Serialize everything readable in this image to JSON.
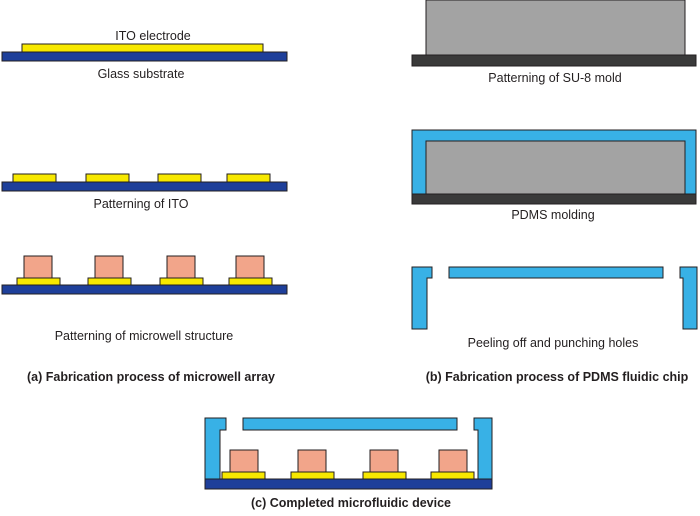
{
  "colors": {
    "glass": "#1e3f9a",
    "ito": "#f7e800",
    "microwell": "#f2a58a",
    "su8": "#a3a3a3",
    "mold_base": "#3a3a3a",
    "pdms": "#38b1e6",
    "outline": "#231f20"
  },
  "panel_a": {
    "step1_top_label": "ITO electrode",
    "step1_bottom_label": "Glass substrate",
    "step2_label": "Patterning of ITO",
    "step3_label": "Patterning of microwell structure",
    "caption": "(a) Fabrication process of microwell array"
  },
  "panel_b": {
    "step1_label": "Patterning of SU-8 mold",
    "step2_label": "PDMS molding",
    "step3_label": "Peeling off and punching holes",
    "caption": "(b) Fabrication process of PDMS fluidic chip"
  },
  "panel_c": {
    "caption": "(c) Completed microfluidic device"
  }
}
